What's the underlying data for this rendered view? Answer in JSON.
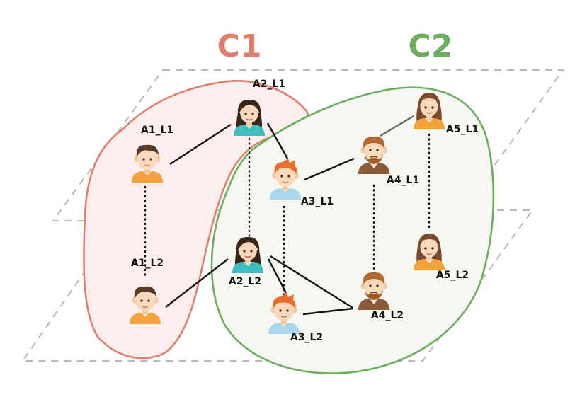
{
  "clusters": [
    {
      "id": "C1",
      "label": "C1",
      "color": "#E07F6E",
      "fill": "#FDEEEE",
      "stroke": "#E07F6E"
    },
    {
      "id": "C2",
      "label": "C2",
      "color": "#6CAE5E",
      "fill": "#F4F8F1",
      "stroke": "#6CAE5E"
    }
  ],
  "nodes": [
    {
      "id": "A1_L1",
      "label": "A1_L1",
      "avatar": "boy-dark-hair-orange-shirt-icon"
    },
    {
      "id": "A2_L1",
      "label": "A2_L1",
      "avatar": "girl-dark-hair-teal-shirt-icon"
    },
    {
      "id": "A3_L1",
      "label": "A3_L1",
      "avatar": "boy-red-hair-blue-shirt-icon"
    },
    {
      "id": "A4_L1",
      "label": "A4_L1",
      "avatar": "man-beard-brown-jacket-icon"
    },
    {
      "id": "A5_L1",
      "label": "A5_L1",
      "avatar": "woman-brown-hair-orange-shirt-icon"
    },
    {
      "id": "A1_L2",
      "label": "A1_L2",
      "avatar": "boy-dark-hair-orange-shirt-icon"
    },
    {
      "id": "A2_L2",
      "label": "A2_L2",
      "avatar": "girl-dark-hair-teal-shirt-icon"
    },
    {
      "id": "A3_L2",
      "label": "A3_L2",
      "avatar": "boy-red-hair-blue-shirt-icon"
    },
    {
      "id": "A4_L2",
      "label": "A4_L2",
      "avatar": "man-beard-brown-jacket-icon"
    },
    {
      "id": "A5_L2",
      "label": "A5_L2",
      "avatar": "woman-brown-hair-orange-shirt-icon"
    }
  ],
  "intra_layer_edges": [
    [
      "A1_L1",
      "A2_L1"
    ],
    [
      "A2_L1",
      "A3_L1"
    ],
    [
      "A3_L1",
      "A4_L1"
    ],
    [
      "A4_L1",
      "A5_L1"
    ],
    [
      "A1_L2",
      "A2_L2"
    ],
    [
      "A2_L2",
      "A3_L2"
    ],
    [
      "A2_L2",
      "A4_L2"
    ],
    [
      "A3_L2",
      "A4_L2"
    ]
  ],
  "inter_layer_edges": [
    [
      "A1_L1",
      "A1_L2"
    ],
    [
      "A2_L1",
      "A2_L2"
    ],
    [
      "A3_L1",
      "A3_L2"
    ],
    [
      "A4_L1",
      "A4_L2"
    ],
    [
      "A5_L1",
      "A5_L2"
    ]
  ],
  "colors": {
    "plane": "#B8B8B8",
    "edge": "#111111",
    "edge_grey": "#666666"
  }
}
